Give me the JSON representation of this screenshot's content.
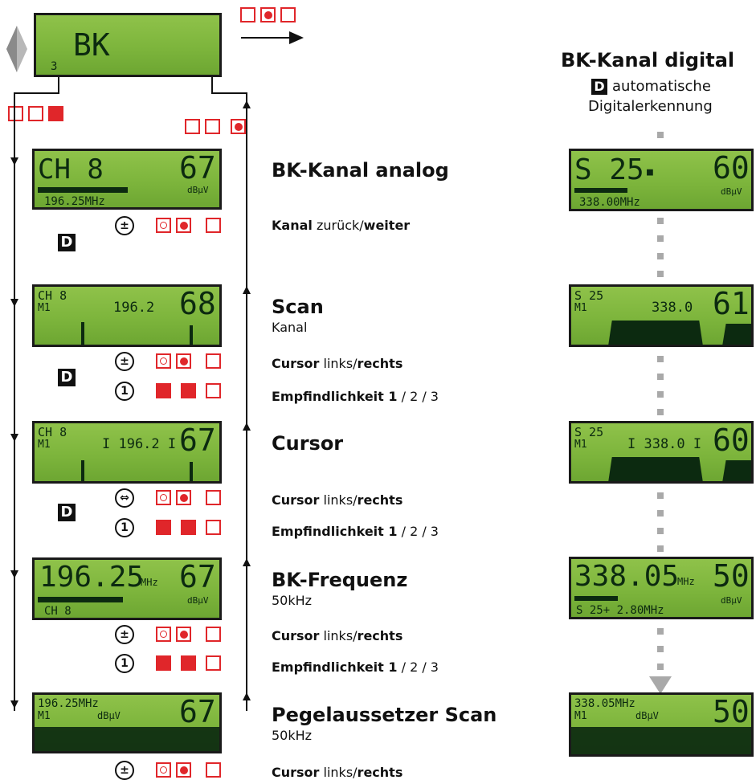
{
  "top": {
    "display_main": "BK",
    "display_sub": "3",
    "buttons_right": [
      "empty",
      "dot",
      "empty"
    ],
    "buttons_left": [
      "empty",
      "empty",
      "fill"
    ],
    "buttons_return": [
      "empty",
      "empty",
      "dot"
    ]
  },
  "digital": {
    "title": "BK-Kanal digital",
    "badge": "D",
    "auto_line1": "automatische",
    "auto_line2": "Digitalerkennung"
  },
  "sections": [
    {
      "title": "BK-Kanal analog",
      "subtitle": "",
      "lcd": {
        "big_left": "CH 8",
        "big_right": "67",
        "small_bottom": "196.25MHz",
        "unit": "dBµV"
      },
      "dlcd": {
        "big_left": "S 25",
        "big_right": "60",
        "small_bottom": "338.00MHz",
        "unit": "dBµV"
      },
      "actions": [
        {
          "bold1": "Kanal",
          "plain": " zurück/",
          "bold2": "weiter"
        }
      ]
    },
    {
      "title": "Scan",
      "subtitle": "Kanal",
      "lcd": {
        "top_left": "CH 8",
        "mid": "196.2",
        "big_right": "68"
      },
      "dlcd": {
        "top_left": "S 25",
        "mid": "338.0",
        "big_right": "61"
      },
      "actions": [
        {
          "bold1": "Cursor",
          "plain": " links/",
          "bold2": "rechts"
        },
        {
          "bold1": "Empfindlichkeit 1",
          "plain": " / 2 / 3",
          "bold2": ""
        }
      ]
    },
    {
      "title": "Cursor",
      "subtitle": "",
      "lcd": {
        "top_left": "CH 8",
        "mid": "I 196.2 I",
        "big_right": "67"
      },
      "dlcd": {
        "top_left": "S 25",
        "mid": "I 338.0 I",
        "big_right": "60"
      },
      "actions": [
        {
          "bold1": "Cursor",
          "plain": " links/",
          "bold2": "rechts"
        },
        {
          "bold1": "Empfindlichkeit 1",
          "plain": " / 2 / 3",
          "bold2": ""
        }
      ]
    },
    {
      "title": "BK-Frequenz",
      "subtitle": "50kHz",
      "lcd": {
        "big_left": "196.25",
        "unit_mhz": "MHz",
        "big_right": "67",
        "small_bottom": "CH 8",
        "unit": "dBµV"
      },
      "dlcd": {
        "big_left": "338.05",
        "unit_mhz": "MHz",
        "big_right": "50",
        "small_bottom": "S 25+ 2.80MHz",
        "unit": "dBµV"
      },
      "actions": [
        {
          "bold1": "Cursor",
          "plain": " links/",
          "bold2": "rechts"
        },
        {
          "bold1": "Empfindlichkeit 1",
          "plain": " / 2 / 3",
          "bold2": ""
        }
      ]
    },
    {
      "title": "Pegelaussetzer Scan",
      "subtitle": "50kHz",
      "lcd": {
        "top_left": "196.25MHz",
        "unit": "dBµV",
        "big_right": "67"
      },
      "dlcd": {
        "top_left": "338.05MHz",
        "unit": "dBµV",
        "big_right": "50"
      },
      "actions": [
        {
          "bold1": "Cursor",
          "plain": " links/",
          "bold2": "rechts"
        }
      ]
    }
  ],
  "icons": {
    "plus_minus": "plus-minus-knob-icon",
    "sensitivity": "sensitivity-knob-icon",
    "cursor": "cursor-knob-icon",
    "digital_badge": "digital-badge-icon",
    "nav_diamond": "diamond-nav-icon"
  },
  "colors": {
    "red": "#e0262a",
    "lcd": "#7db53c",
    "lcd_text": "#0c2a10",
    "dots": "#a9a9a9"
  }
}
